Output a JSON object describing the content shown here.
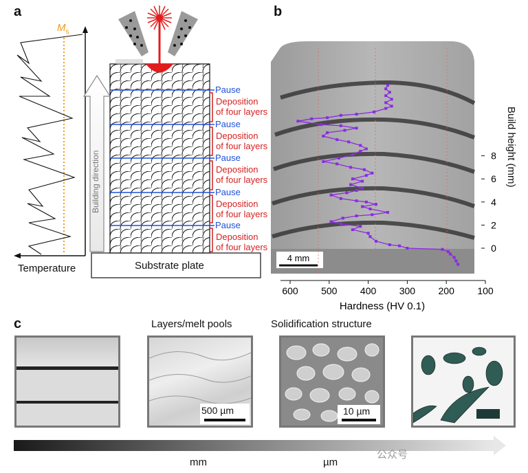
{
  "panel_a": {
    "letter": "a",
    "ms_label": "M",
    "ms_sub": "s",
    "temperature_label": "Temperature",
    "building_direction": "Building direction",
    "substrate_label": "Substrate plate",
    "pause_labels": [
      "Pause",
      "Pause",
      "Pause",
      "Pause",
      "Pause"
    ],
    "deposition_line1": [
      "Deposition",
      "Deposition",
      "Deposition",
      "Deposition",
      "Deposition"
    ],
    "deposition_line2": [
      "of four layers",
      "of four layers",
      "of four layers",
      "of four layers",
      "of four layers"
    ]
  },
  "panel_b": {
    "letter": "b",
    "scale_bar": "4 mm",
    "right_axis_label": "Build height (mm)",
    "right_ticks": [
      "0",
      "2",
      "4",
      "6",
      "8"
    ],
    "x_axis_label": "Hardness (HV 0.1)",
    "x_ticks": [
      "600",
      "500",
      "400",
      "300",
      "200",
      "100"
    ],
    "chart_data": {
      "type": "line",
      "xlabel": "Hardness (HV 0.1)",
      "ylabel": "Build height (mm)",
      "xlim": [
        100,
        650
      ],
      "x_reversed": true,
      "ylim": [
        -1.5,
        12.5
      ],
      "series": [
        {
          "points": [
            [
              170,
              -1.4
            ],
            [
              175,
              -1.1
            ],
            [
              180,
              -0.8
            ],
            [
              190,
              -0.5
            ],
            [
              195,
              -0.3
            ],
            [
              210,
              -0.1
            ],
            [
              300,
              0.0
            ],
            [
              320,
              0.2
            ],
            [
              345,
              0.3
            ],
            [
              380,
              0.6
            ],
            [
              395,
              1.0
            ],
            [
              400,
              1.3
            ],
            [
              440,
              1.6
            ],
            [
              420,
              1.9
            ],
            [
              470,
              2.1
            ],
            [
              495,
              2.3
            ],
            [
              465,
              2.6
            ],
            [
              430,
              2.8
            ],
            [
              390,
              2.9
            ],
            [
              350,
              3.1
            ],
            [
              395,
              3.4
            ],
            [
              415,
              3.6
            ],
            [
              380,
              3.8
            ],
            [
              405,
              4.0
            ],
            [
              430,
              4.1
            ],
            [
              470,
              4.3
            ],
            [
              495,
              4.6
            ],
            [
              455,
              4.8
            ],
            [
              430,
              5.0
            ],
            [
              415,
              5.2
            ],
            [
              445,
              5.5
            ],
            [
              415,
              5.8
            ],
            [
              440,
              6.0
            ],
            [
              405,
              6.3
            ],
            [
              390,
              6.5
            ],
            [
              410,
              6.8
            ],
            [
              445,
              7.0
            ],
            [
              480,
              7.3
            ],
            [
              515,
              7.5
            ],
            [
              475,
              7.8
            ],
            [
              440,
              8.1
            ],
            [
              420,
              8.4
            ],
            [
              405,
              8.6
            ],
            [
              420,
              8.9
            ],
            [
              450,
              9.2
            ],
            [
              480,
              9.4
            ],
            [
              515,
              9.7
            ],
            [
              505,
              10.0
            ],
            [
              460,
              10.2
            ],
            [
              430,
              10.4
            ],
            [
              470,
              10.6
            ],
            [
              520,
              10.7
            ],
            [
              580,
              11.0
            ],
            [
              545,
              11.2
            ],
            [
              505,
              11.3
            ],
            [
              470,
              11.5
            ],
            [
              430,
              11.6
            ],
            [
              385,
              11.8
            ],
            [
              355,
              12.1
            ],
            [
              340,
              12.3
            ],
            [
              355,
              12.6
            ],
            [
              340,
              12.9
            ],
            [
              355,
              13.2
            ],
            [
              345,
              13.5
            ],
            [
              355,
              13.8
            ],
            [
              350,
              14.1
            ]
          ]
        }
      ]
    }
  },
  "panel_c": {
    "letter": "c",
    "heading_left": "Layers/melt pools",
    "heading_right": "Solidification structure",
    "scale_500": "500 µm",
    "scale_10": "10 µm",
    "gradient_left": "mm",
    "gradient_right": "µm",
    "watermark": "公众号"
  }
}
